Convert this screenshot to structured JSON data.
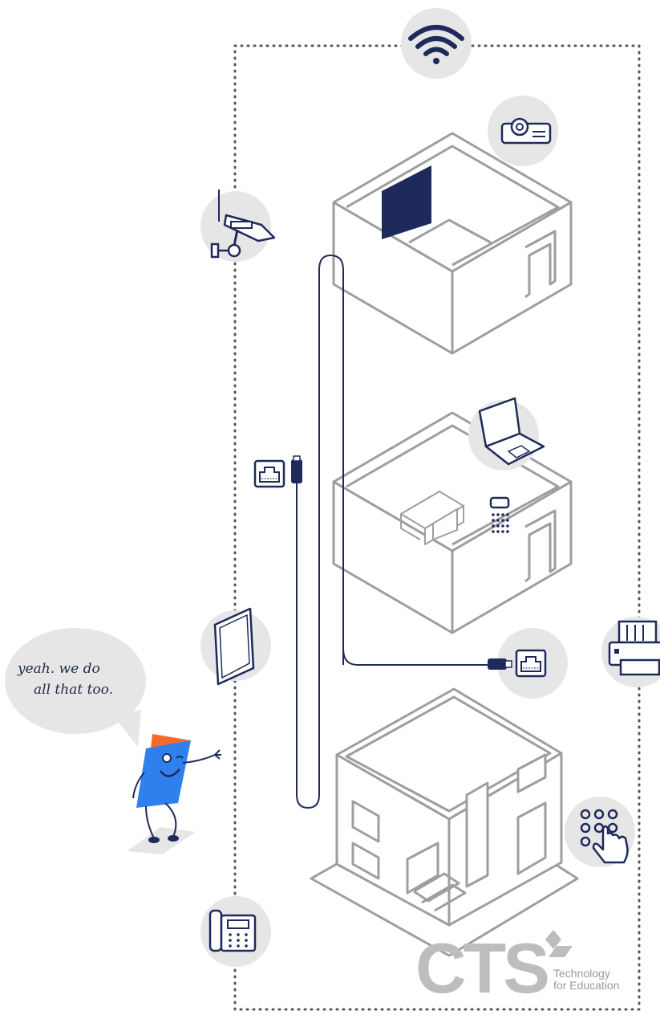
{
  "speech_bubble": {
    "line1": "yeah. we do",
    "line2": "all that too."
  },
  "logo": {
    "name": "CTS",
    "tagline_line1": "Technology",
    "tagline_line2": "for Education"
  },
  "icons": [
    "wifi-icon",
    "projector-icon",
    "security-camera-icon",
    "laptop-icon",
    "keypad-icon",
    "ethernet-port-icon",
    "tablet-icon",
    "printer-icon",
    "touch-keypad-icon",
    "desk-phone-icon"
  ],
  "colors": {
    "line": "#9e9e9e",
    "navy": "#1f2a5c",
    "icon_circle": "#e6e6e6",
    "mascot_blue": "#2f80ed",
    "mascot_orange": "#f26b2a"
  }
}
